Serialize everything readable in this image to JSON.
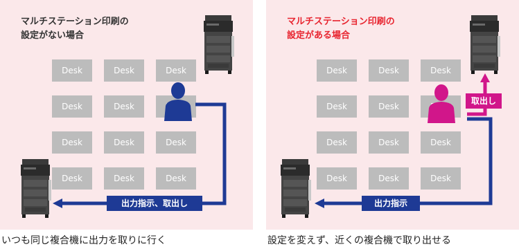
{
  "left_panel": {
    "title_line1": "マルチステーション印刷の",
    "title_line2": "設定がない場合",
    "route_label": "出力指示、取出し",
    "caption": "いつも同じ複合機に出力を取りに行く"
  },
  "right_panel": {
    "title_line1": "マルチステーション印刷の",
    "title_line2": "設定がある場合",
    "route_label": "出力指示",
    "pickup_label": "取出し",
    "caption": "設定を変えず、近くの複合機で取り出せる"
  },
  "desk_label": "Desk",
  "colors": {
    "panel_bg": "#fbe8ea",
    "desk": "#bcbcbc",
    "navy": "#1e3a95",
    "magenta": "#d1168a",
    "accent_title": "#e8242f"
  }
}
